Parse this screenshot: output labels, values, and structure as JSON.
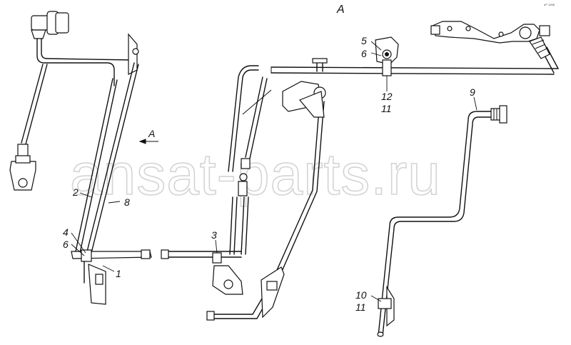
{
  "view_label": "A",
  "arrow_label": "A",
  "watermark": "ansat-parts.ru",
  "corner_note": "a²¹ 1008",
  "callouts": [
    {
      "id": "c2",
      "text": "2"
    },
    {
      "id": "c8",
      "text": "8"
    },
    {
      "id": "c4",
      "text": "4"
    },
    {
      "id": "c6a",
      "text": "6"
    },
    {
      "id": "c1",
      "text": "1"
    },
    {
      "id": "c3",
      "text": "3"
    },
    {
      "id": "c5",
      "text": "5"
    },
    {
      "id": "c6b",
      "text": "6"
    },
    {
      "id": "c12",
      "text": "12"
    },
    {
      "id": "c11a",
      "text": "11"
    },
    {
      "id": "c9",
      "text": "9"
    },
    {
      "id": "c10",
      "text": "10"
    },
    {
      "id": "c11b",
      "text": "11"
    }
  ]
}
